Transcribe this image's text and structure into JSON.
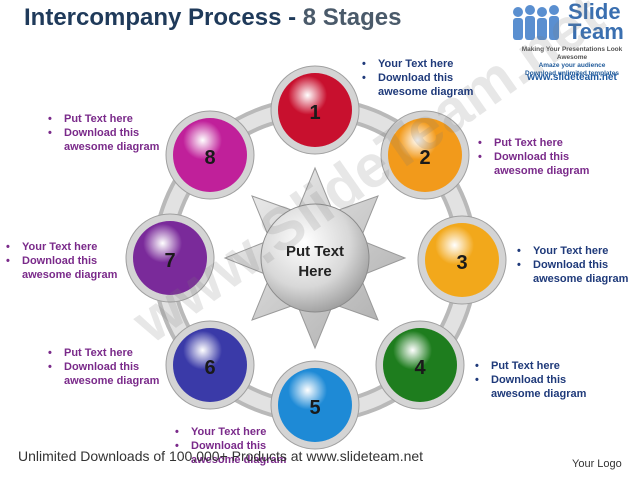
{
  "title": "Intercompany Process",
  "title_sep": " - ",
  "subtitle": "8 Stages",
  "logo": {
    "brand_line1": "Slide",
    "brand_line2": "Team",
    "tagline1": "Making Your Presentations Look Awesome",
    "tagline2": "Amaze your audience",
    "tagline3": "Download unlimited templates",
    "url": "www.slideteam.net"
  },
  "center_label": "Put Text Here",
  "stages": [
    {
      "num": "1",
      "color": "#c8102e"
    },
    {
      "num": "2",
      "color": "#f29a1b"
    },
    {
      "num": "3",
      "color": "#f2a81b"
    },
    {
      "num": "4",
      "color": "#1e7d1e"
    },
    {
      "num": "5",
      "color": "#1e8ad6"
    },
    {
      "num": "6",
      "color": "#3a3aa8"
    },
    {
      "num": "7",
      "color": "#7a2a9a"
    },
    {
      "num": "8",
      "color": "#c0209a"
    }
  ],
  "notes": [
    {
      "line1": "Your Text here",
      "line2": "Download this",
      "line3": "awesome diagram"
    },
    {
      "line1": "Put Text here",
      "line2": "Download this",
      "line3": "awesome diagram"
    },
    {
      "line1": "Your Text here",
      "line2": "Download this",
      "line3": "awesome diagram"
    },
    {
      "line1": "Put Text here",
      "line2": "Download this",
      "line3": "awesome diagram"
    },
    {
      "line1": "Your Text here",
      "line2": "Download this",
      "line3": "awesome diagram"
    },
    {
      "line1": "Put Text here",
      "line2": "Download this",
      "line3": "awesome diagram"
    },
    {
      "line1": "Your Text here",
      "line2": "Download this",
      "line3": "awesome diagram"
    },
    {
      "line1": "Put Text here",
      "line2": "Download this",
      "line3": "awesome diagram"
    }
  ],
  "watermark": "www.SlideTeam.net",
  "footer": "Unlimited Downloads of 100,000+ Products at www.slideteam.net",
  "your_logo": "Your Logo"
}
